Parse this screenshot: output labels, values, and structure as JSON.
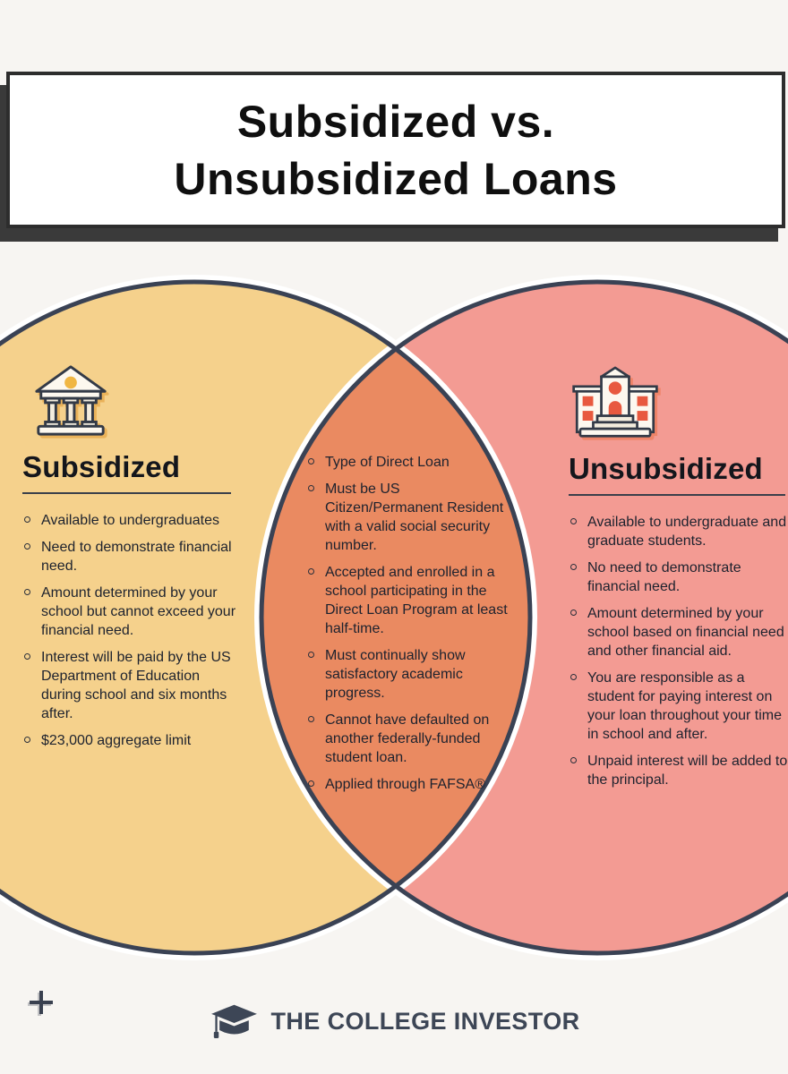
{
  "page": {
    "background_color": "#f7f5f2"
  },
  "title": {
    "line1": "Subsidized vs.",
    "line2": "Unsubsidized Loans"
  },
  "venn": {
    "stroke_color": "#3a4254",
    "halo_color": "#ffffff",
    "left": {
      "heading": "Subsidized",
      "icon": "bank-icon",
      "color": "#f5d18c",
      "items": [
        "Available to undergraduates",
        "Need to demonstrate financial need.",
        "Amount determined by your school but cannot exceed your financial need.",
        "Interest will be paid by the US Department of Education during school and six months after.",
        "$23,000 aggregate limit"
      ]
    },
    "middle": {
      "color": "#ea8a61",
      "items": [
        "Type of Direct Loan",
        "Must be US Citizen/Permanent Resident with a valid social security number.",
        "Accepted and enrolled in a school participating in the Direct Loan Program at least half-time.",
        "Must continually show satisfactory academic progress.",
        "Cannot have defaulted on another federally-funded student loan.",
        "Applied through FAFSA®"
      ]
    },
    "right": {
      "heading": "Unsubsidized",
      "icon": "school-icon",
      "color": "#f39b93",
      "items": [
        "Available to undergraduate and graduate students.",
        "No need to demonstrate financial need.",
        "Amount determined by your school based on financial need and other financial aid.",
        "You are responsible as a student for paying interest on your loan throughout your time in school and after.",
        "Unpaid interest will be added to the principal."
      ]
    },
    "icon_accent_bank": "#f0b643",
    "icon_accent_school": "#e8593f",
    "icon_outline": "#333a47",
    "icon_fill": "#fdf8ef"
  },
  "footer": {
    "brand": "THE COLLEGE INVESTOR",
    "brand_color": "#3d4656",
    "icon": "graduation-cap-icon",
    "plus_mark": "+"
  }
}
